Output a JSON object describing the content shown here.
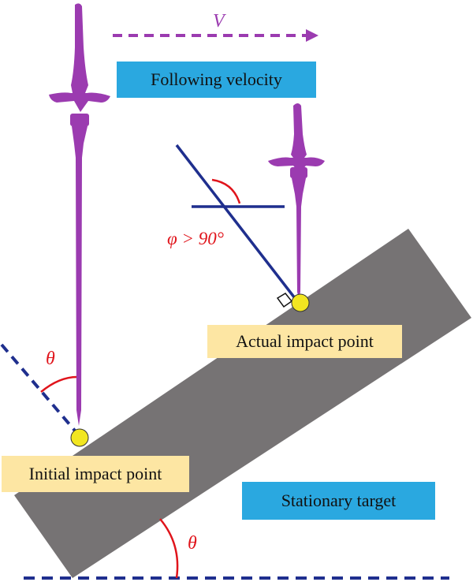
{
  "labels": {
    "velocity_label": "Following velocity",
    "actual_point_label": "Actual impact point",
    "initial_point_label": "Initial impact point",
    "target_label": "Stationary target",
    "theta_left": "θ",
    "theta_bottom": "θ",
    "phi_condition": "φ > 90°",
    "velocity_symbol": "V"
  },
  "colors": {
    "label_box_fill": "#2aa8e0",
    "point_box_fill": "#fde6a3",
    "target_fill": "#767374",
    "penetrator_fill": "#9b3bb0",
    "reference_line": "#1f2f8e",
    "angle_arc": "#e0141b",
    "impact_point": "#f2e621"
  }
}
